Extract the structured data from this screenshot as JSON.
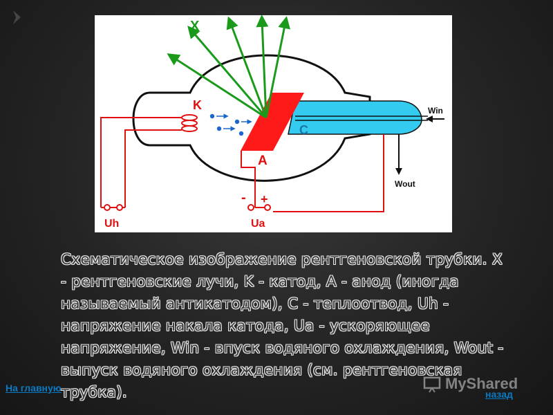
{
  "diagram": {
    "labels": {
      "x_rays": "X",
      "cathode": "K",
      "anode": "A",
      "heat_sink": "C",
      "water_in": "Win",
      "water_out": "Wout",
      "heater_voltage": "Uh",
      "accel_voltage": "Ua",
      "minus": "-",
      "plus": "+"
    },
    "colors": {
      "circuit": "#e01010",
      "anode": "#ff1a1a",
      "heat_sink": "#33ccf0",
      "rays": "#1a9a1a",
      "electrons": "#1a66cc",
      "tube_outline": "#111111"
    }
  },
  "caption": "Схематическое изображение рентгеновской трубки. X - рентгеновские лучи, K - катод, A - анод (иногда называемый антикатодом), C - теплоотвод, Uh - напряжение накала катода, Ua - ускоряющее напряжение, Win - впуск водяного охлаждения, Wout - выпуск водяного охлаждения (см. рентгеновская трубка).",
  "nav": {
    "home_label": "На главную",
    "back_label": "назад"
  },
  "watermark": {
    "text": "MyShared",
    "icon": "presentation-icon"
  }
}
